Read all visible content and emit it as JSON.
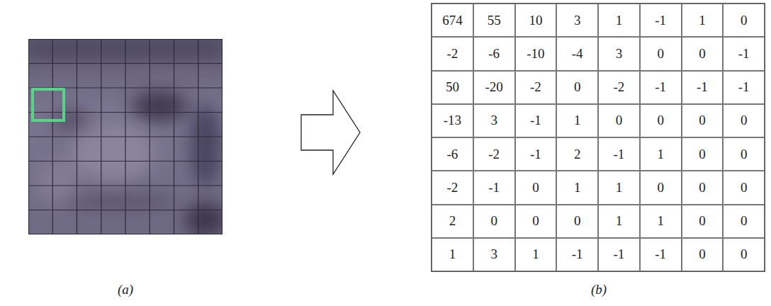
{
  "diagram": {
    "labels": [
      "674",
      "55",
      "10",
      "3",
      "1",
      "-1",
      "1",
      "0",
      "-2",
      "-6",
      "-10",
      "-4",
      "3",
      "0",
      "0",
      "-1",
      "50",
      "-20",
      "-2",
      "0",
      "-2",
      "-1",
      "-1",
      "-1",
      "-13",
      "3",
      "-1",
      "1",
      "0",
      "0",
      "0",
      "0",
      "-6",
      "-2",
      "-1",
      "2",
      "-1",
      "1",
      "0",
      "0",
      "-2",
      "-1",
      "0",
      "1",
      "1",
      "0",
      "0",
      "0",
      "2",
      "0",
      "0",
      "0",
      "1",
      "1",
      "0",
      "0",
      "1",
      "3",
      "1",
      "-1",
      "-1",
      "-1",
      "0",
      "0",
      "(a)",
      "(b)"
    ]
  }
}
